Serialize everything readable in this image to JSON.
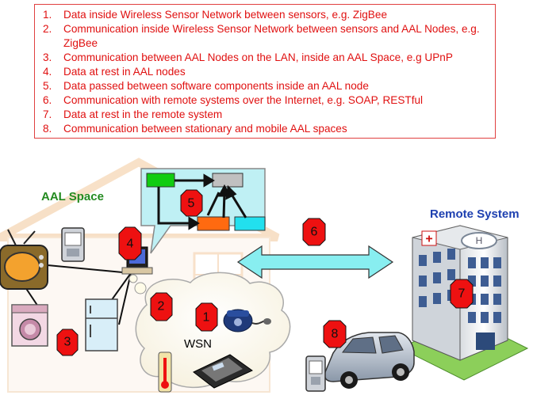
{
  "legend": {
    "items": [
      {
        "num": "1.",
        "text": "Data inside Wireless Sensor Network between sensors, e.g. ZigBee"
      },
      {
        "num": "2.",
        "text": "Communication inside Wireless Sensor Network between sensors and AAL Nodes, e.g. ZigBee"
      },
      {
        "num": "3.",
        "text": "Communication between AAL Nodes on the LAN, inside an AAL Space, e.g UPnP"
      },
      {
        "num": "4.",
        "text": "Data at rest in AAL nodes"
      },
      {
        "num": "5.",
        "text": "Data passed between software components inside an AAL node"
      },
      {
        "num": "6.",
        "text": "Communication with remote systems over the Internet, e.g. SOAP, RESTful"
      },
      {
        "num": "7.",
        "text": "Data at rest in the remote system"
      },
      {
        "num": "8.",
        "text": "Communication between stationary and mobile AAL spaces"
      }
    ]
  },
  "labels": {
    "aal_space": "AAL Space",
    "remote_system": "Remote System",
    "wsn": "WSN"
  },
  "badges": {
    "b1": "1",
    "b2": "2",
    "b3": "3",
    "b4": "4",
    "b5": "5",
    "b6": "6",
    "b7": "7",
    "b8": "8"
  },
  "colors": {
    "legend_text": "#e01010",
    "badge_fill": "#ee1111",
    "aal_label": "#238a1f",
    "remote_label": "#1e40b0",
    "arrow_fill": "#88eef0",
    "callout_fill": "#bff0f4",
    "component_green": "#11cc11",
    "component_orange": "#ff6a10",
    "component_cyan": "#22e0ee",
    "component_gray": "#c0c0c0"
  }
}
